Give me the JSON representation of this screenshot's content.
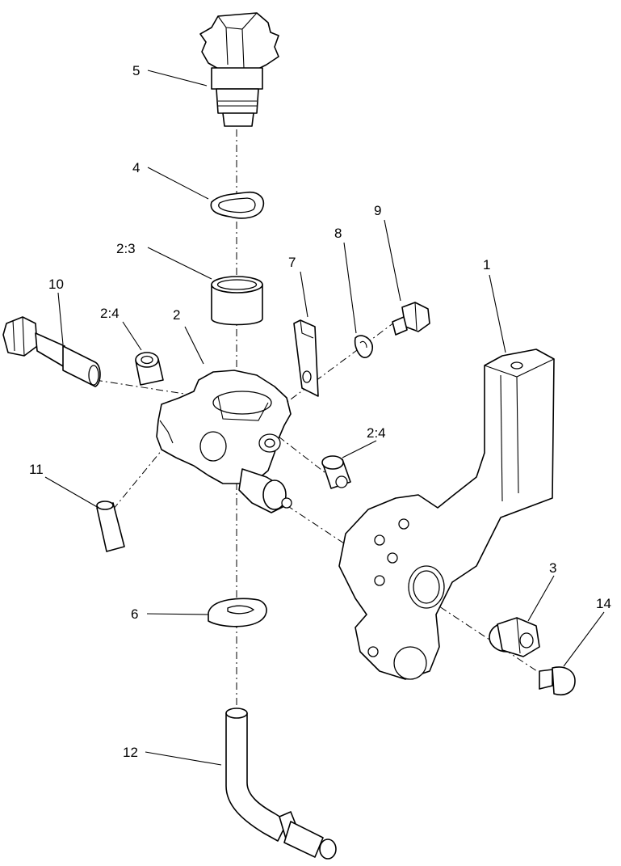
{
  "callouts": {
    "c1": "1",
    "c2": "2",
    "c2_3": "2:3",
    "c2_4a": "2:4",
    "c2_4b": "2:4",
    "c3": "3",
    "c4": "4",
    "c5": "5",
    "c6": "6",
    "c7": "7",
    "c8": "8",
    "c9": "9",
    "c10": "10",
    "c11": "11",
    "c12": "12",
    "c14": "14"
  }
}
